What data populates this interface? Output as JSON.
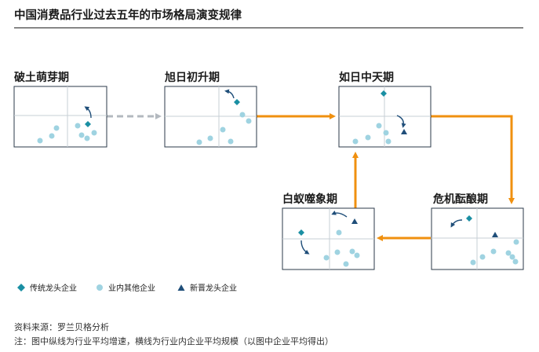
{
  "title": "中国消费品行业过去五年的市场格局演变规律",
  "stages": [
    {
      "label": "破土萌芽期"
    },
    {
      "label": "旭日初升期"
    },
    {
      "label": "如日中天期"
    },
    {
      "label": "危机酝酿期"
    },
    {
      "label": "白蚁噬象期"
    }
  ],
  "legend": [
    {
      "label": "传统龙头企业",
      "marker": "diamond",
      "color": "#1a8fa3"
    },
    {
      "label": "业内其他企业",
      "marker": "circle",
      "color": "#9fd3e1"
    },
    {
      "label": "新晋龙头企业",
      "marker": "triangle",
      "color": "#1f4e79"
    }
  ],
  "colors": {
    "arrow_main": "#f0900f",
    "arrow_dashed": "#b3b9bf",
    "box_border": "#2b3a4a",
    "grid": "#c7cfd6"
  },
  "footnotes": {
    "source": "资料来源：罗兰贝格分析",
    "note": "注：图中纵线为行业平均增速，横线为行业内企业平均规模（以图中企业平均得出）"
  }
}
